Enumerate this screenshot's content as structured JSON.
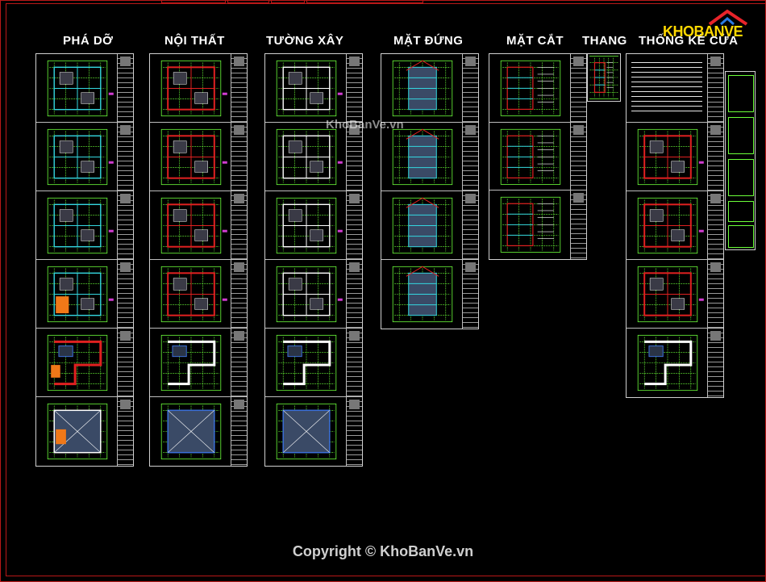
{
  "watermark_text": "KhoBanVe.vn",
  "copyright_text": "Copyright © KhoBanVe.vn",
  "logo": {
    "text": "KHOBANVE",
    "icon": "house-roof-icon",
    "colors": {
      "roof": "#e8242a",
      "text": "#ffd800",
      "accent": "#2a7be4"
    }
  },
  "colors": {
    "background": "#000000",
    "frame": "#b81818",
    "sheet_border": "#d0d0d0",
    "grid_line": "#6cff3a",
    "wall_red": "#e02020",
    "wall_blue": "#3b6fd8",
    "fill_orange": "#f07818",
    "dim_cyan": "#34d7e0",
    "magenta": "#d23cd2",
    "yellow": "#f0e040",
    "text_white": "#ffffff"
  },
  "columns": [
    {
      "id": "pha-do",
      "title": "PHÁ DỠ",
      "sheets": 6,
      "style": "demolition"
    },
    {
      "id": "noi-that",
      "title": "NỘI THẤT",
      "sheets": 6,
      "style": "interior"
    },
    {
      "id": "tuong-xay",
      "title": "TƯỜNG XÂY",
      "sheets": 6,
      "style": "walls"
    },
    {
      "id": "mat-dung",
      "title": "MẶT ĐỨNG",
      "sheets": 4,
      "style": "elevation"
    },
    {
      "id": "mat-cat",
      "title": "MẶT CẮT",
      "sheets": 3,
      "style": "section"
    },
    {
      "id": "thang",
      "title": "THANG",
      "sheets": 1,
      "style": "stair"
    },
    {
      "id": "thong-ke-cua",
      "title": "THỐNG KÊ CỬA",
      "sheets": 5,
      "style": "door-schedule"
    }
  ]
}
